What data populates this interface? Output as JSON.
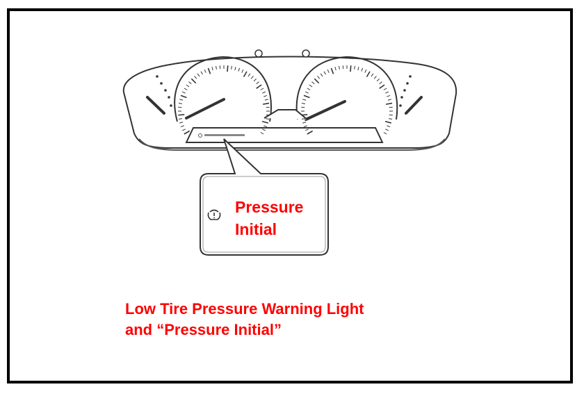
{
  "diagram": {
    "callout": {
      "line1": "Pressure",
      "line2": "Initial"
    },
    "caption": {
      "line1": "Low Tire Pressure Warning Light",
      "line2": "and “Pressure Initial”"
    },
    "colors": {
      "label": "#ff0000",
      "stroke": "#333333",
      "frame": "#000000"
    },
    "icons": [
      "tire-pressure-warning-icon",
      "speedometer",
      "tachometer",
      "fuel-gauge",
      "temperature-gauge"
    ]
  }
}
